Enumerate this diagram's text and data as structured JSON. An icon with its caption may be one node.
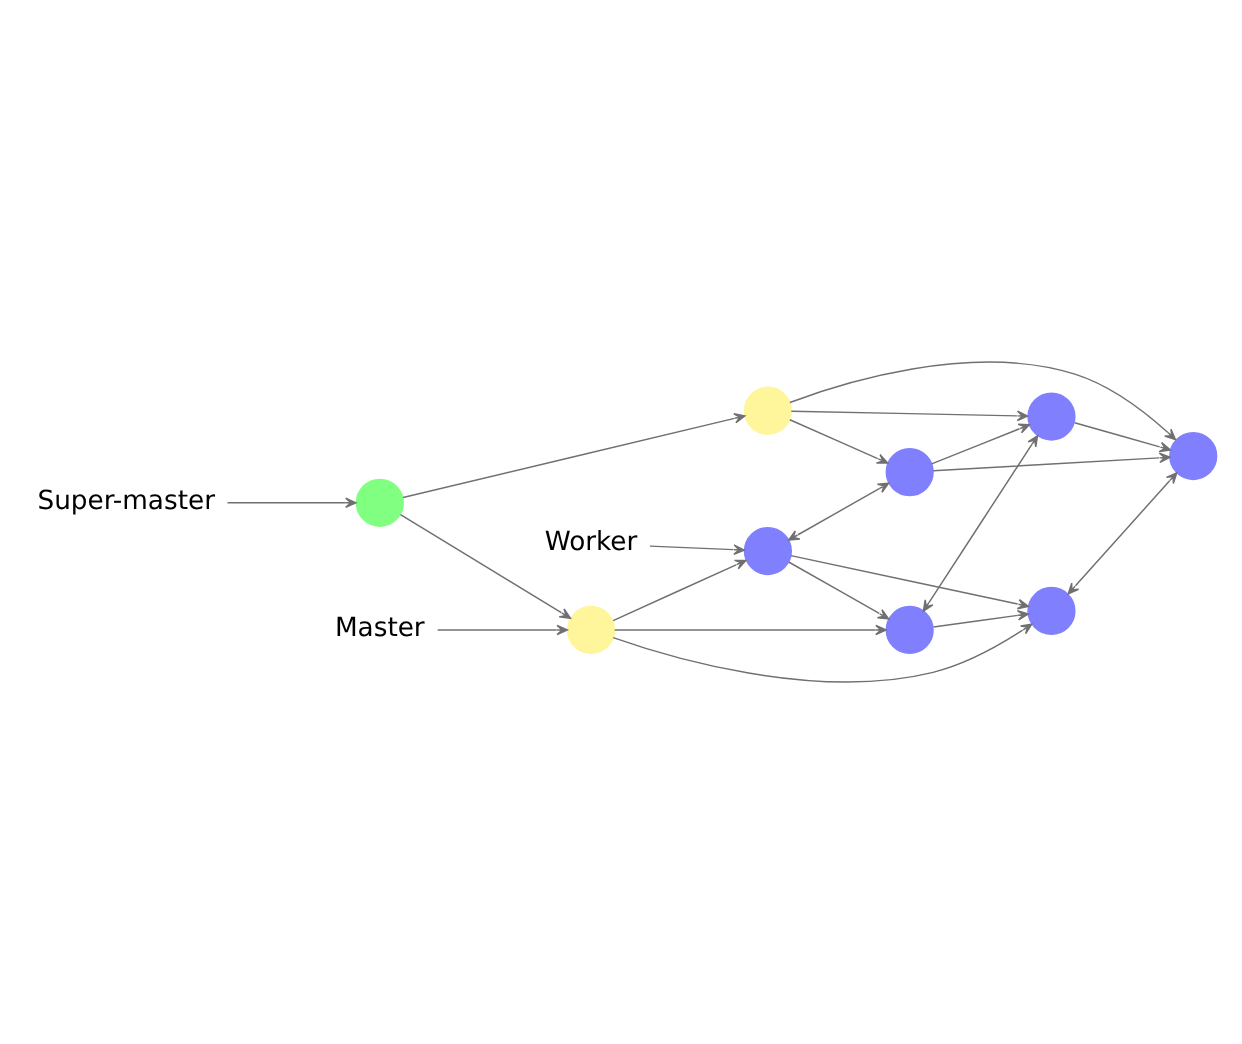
{
  "diagram": {
    "nodes": [
      {
        "text": [
          "Super-master"
        ]
      },
      {
        "text": [
          "Master"
        ]
      },
      {
        "text": [
          "Worker"
        ]
      },
      {
        "text": [],
        "shape": "circle"
      },
      {
        "text": [],
        "shape": "circle"
      },
      {
        "text": [],
        "shape": "circle"
      },
      {
        "text": [],
        "shape": "circle"
      },
      {
        "text": [],
        "shape": "circle"
      },
      {
        "text": [],
        "shape": "circle"
      },
      {
        "text": [],
        "shape": "circle"
      },
      {
        "text": [],
        "shape": "circle"
      },
      {
        "text": [],
        "shape": "circle"
      }
    ],
    "edges": [
      {
        "from": 0,
        "to": 3,
        "arrow": "to"
      },
      {
        "from": 1,
        "to": 4,
        "arrow": "to"
      },
      {
        "from": 2,
        "to": 6,
        "arrow": "to"
      },
      {
        "from": 3,
        "to": 4,
        "arrow": "to"
      },
      {
        "from": 3,
        "to": 5,
        "arrow": "to"
      },
      {
        "from": 4,
        "to": 6,
        "arrow": "to"
      },
      {
        "from": 4,
        "to": 7,
        "arrow": "to"
      },
      {
        "from": 4,
        "to": 8,
        "arrow": "to"
      },
      {
        "from": 5,
        "to": 9,
        "arrow": "to"
      },
      {
        "from": 5,
        "to": 10,
        "arrow": "to"
      },
      {
        "from": 5,
        "to": 11,
        "arrow": "to"
      },
      {
        "from": 6,
        "to": 7,
        "arrow": "to"
      },
      {
        "from": 6,
        "to": 8,
        "arrow": "to"
      },
      {
        "from": 7,
        "to": 8,
        "arrow": "to"
      },
      {
        "from": 9,
        "to": 10,
        "arrow": "to"
      },
      {
        "from": 9,
        "to": 11,
        "arrow": "to"
      },
      {
        "from": 10,
        "to": 11,
        "arrow": "to"
      },
      {
        "from": 6,
        "to": 9,
        "arrow": "both"
      },
      {
        "from": 7,
        "to": 10,
        "arrow": "both"
      },
      {
        "from": 8,
        "to": 11,
        "arrow": "both"
      }
    ]
  }
}
